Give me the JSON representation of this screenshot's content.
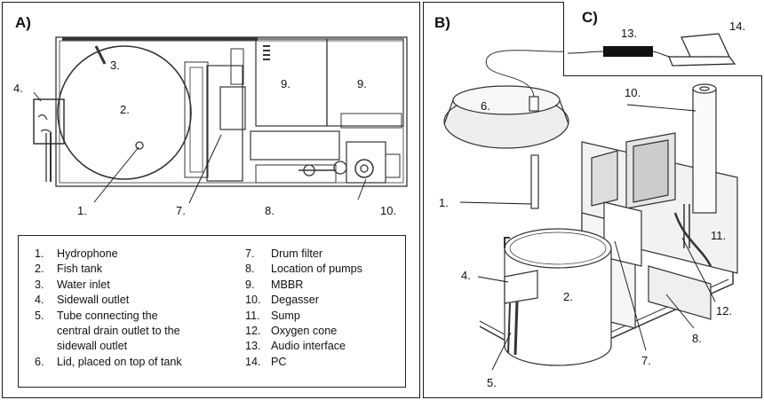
{
  "panels": {
    "a": "A)",
    "b": "B)",
    "c": "C)"
  },
  "legend": [
    {
      "num": "1.",
      "text": "Hydrophone"
    },
    {
      "num": "2.",
      "text": "Fish tank"
    },
    {
      "num": "3.",
      "text": "Water inlet"
    },
    {
      "num": "4.",
      "text": "Sidewall outlet"
    },
    {
      "num": "5.",
      "text": "Tube connecting the\ncentral drain outlet to the\nsidewall outlet"
    },
    {
      "num": "6.",
      "text": "Lid, placed on top of tank"
    },
    {
      "num": "7.",
      "text": "Drum filter"
    },
    {
      "num": "8.",
      "text": "Location of pumps"
    },
    {
      "num": "9.",
      "text": "MBBR"
    },
    {
      "num": "10.",
      "text": "Degasser"
    },
    {
      "num": "11.",
      "text": "Sump"
    },
    {
      "num": "12.",
      "text": "Oxygen cone"
    },
    {
      "num": "13.",
      "text": "Audio interface"
    },
    {
      "num": "14.",
      "text": "PC"
    }
  ],
  "callouts": {
    "a": {
      "n1": "1.",
      "n2": "2.",
      "n3": "3.",
      "n4": "4.",
      "n7": "7.",
      "n8": "8.",
      "n9a": "9.",
      "n9b": "9.",
      "n10": "10."
    },
    "b": {
      "n1": "1.",
      "n2": "2.",
      "n4": "4.",
      "n5": "5.",
      "n6": "6.",
      "n7": "7.",
      "n8": "8.",
      "n10": "10.",
      "n11": "11.",
      "n12": "12."
    },
    "c": {
      "n13": "13.",
      "n14": "14."
    }
  }
}
